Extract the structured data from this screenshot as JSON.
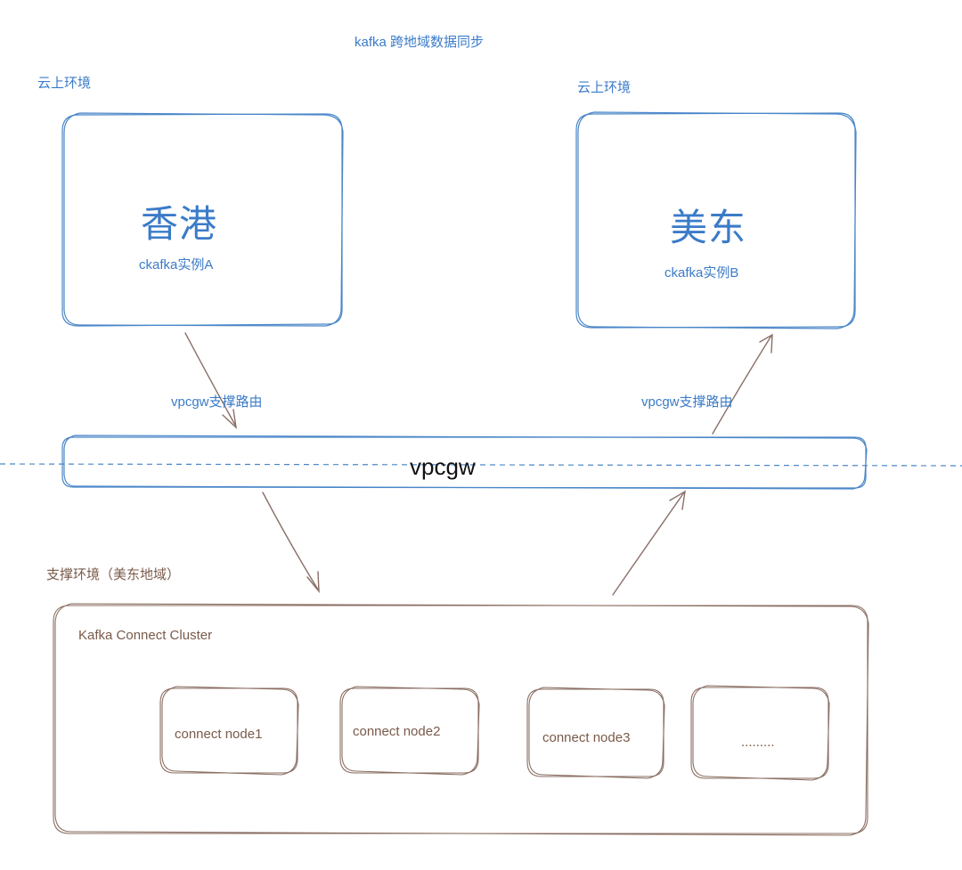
{
  "title": "kafka 跨地域数据同步",
  "cloud_env_left": "云上环境",
  "cloud_env_right": "云上环境",
  "region_a": {
    "name": "香港",
    "instance": "ckafka实例A"
  },
  "region_b": {
    "name": "美东",
    "instance": "ckafka实例B"
  },
  "route_label_left": "vpcgw支撑路由",
  "route_label_right": "vpcgw支撑路由",
  "gateway_label": "vpcgw",
  "support_env": "支撑环境（美东地域）",
  "cluster": {
    "title": "Kafka Connect Cluster",
    "nodes": [
      "connect node1",
      "connect node2",
      "connect node3",
      "........."
    ]
  },
  "colors": {
    "blue": "#3b7bc8",
    "brown": "#7a5a4a",
    "arrow": "#8a7068",
    "dashed_line": "#4a86c8"
  }
}
